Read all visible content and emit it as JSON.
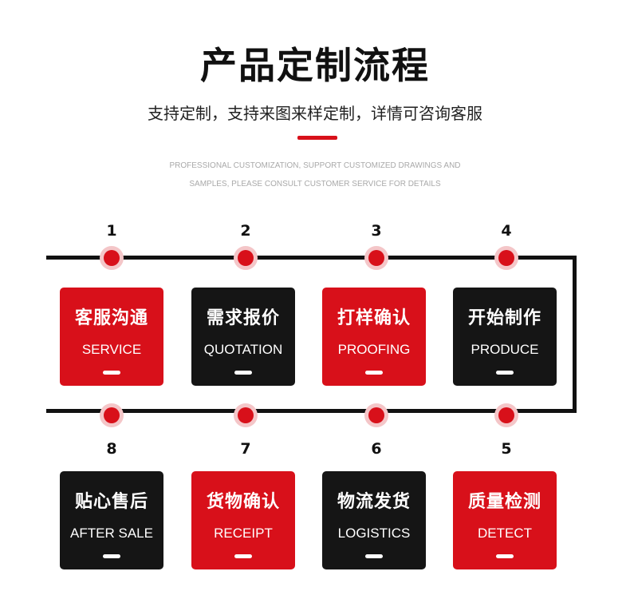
{
  "header": {
    "title": "产品定制流程",
    "subtitle": "支持定制，支持来图来样定制，详情可咨询客服",
    "en_line1": "PROFESSIONAL CUSTOMIZATION, SUPPORT CUSTOMIZED DRAWINGS AND",
    "en_line2": "SAMPLES, PLEASE CONSULT CUSTOMER SERVICE FOR DETAILS",
    "accent_color": "#d8101a"
  },
  "steps": [
    {
      "num": "1",
      "cn": "客服沟通",
      "en": "SERVICE",
      "color": "red"
    },
    {
      "num": "2",
      "cn": "需求报价",
      "en": "QUOTATION",
      "color": "black"
    },
    {
      "num": "3",
      "cn": "打样确认",
      "en": "PROOFING",
      "color": "red"
    },
    {
      "num": "4",
      "cn": "开始制作",
      "en": "PRODUCE",
      "color": "black"
    },
    {
      "num": "8",
      "cn": "贴心售后",
      "en": "AFTER SALE",
      "color": "black"
    },
    {
      "num": "7",
      "cn": "货物确认",
      "en": "RECEIPT",
      "color": "red"
    },
    {
      "num": "6",
      "cn": "物流发货",
      "en": "LOGISTICS",
      "color": "black"
    },
    {
      "num": "5",
      "cn": "质量检测",
      "en": "DETECT",
      "color": "red"
    }
  ]
}
